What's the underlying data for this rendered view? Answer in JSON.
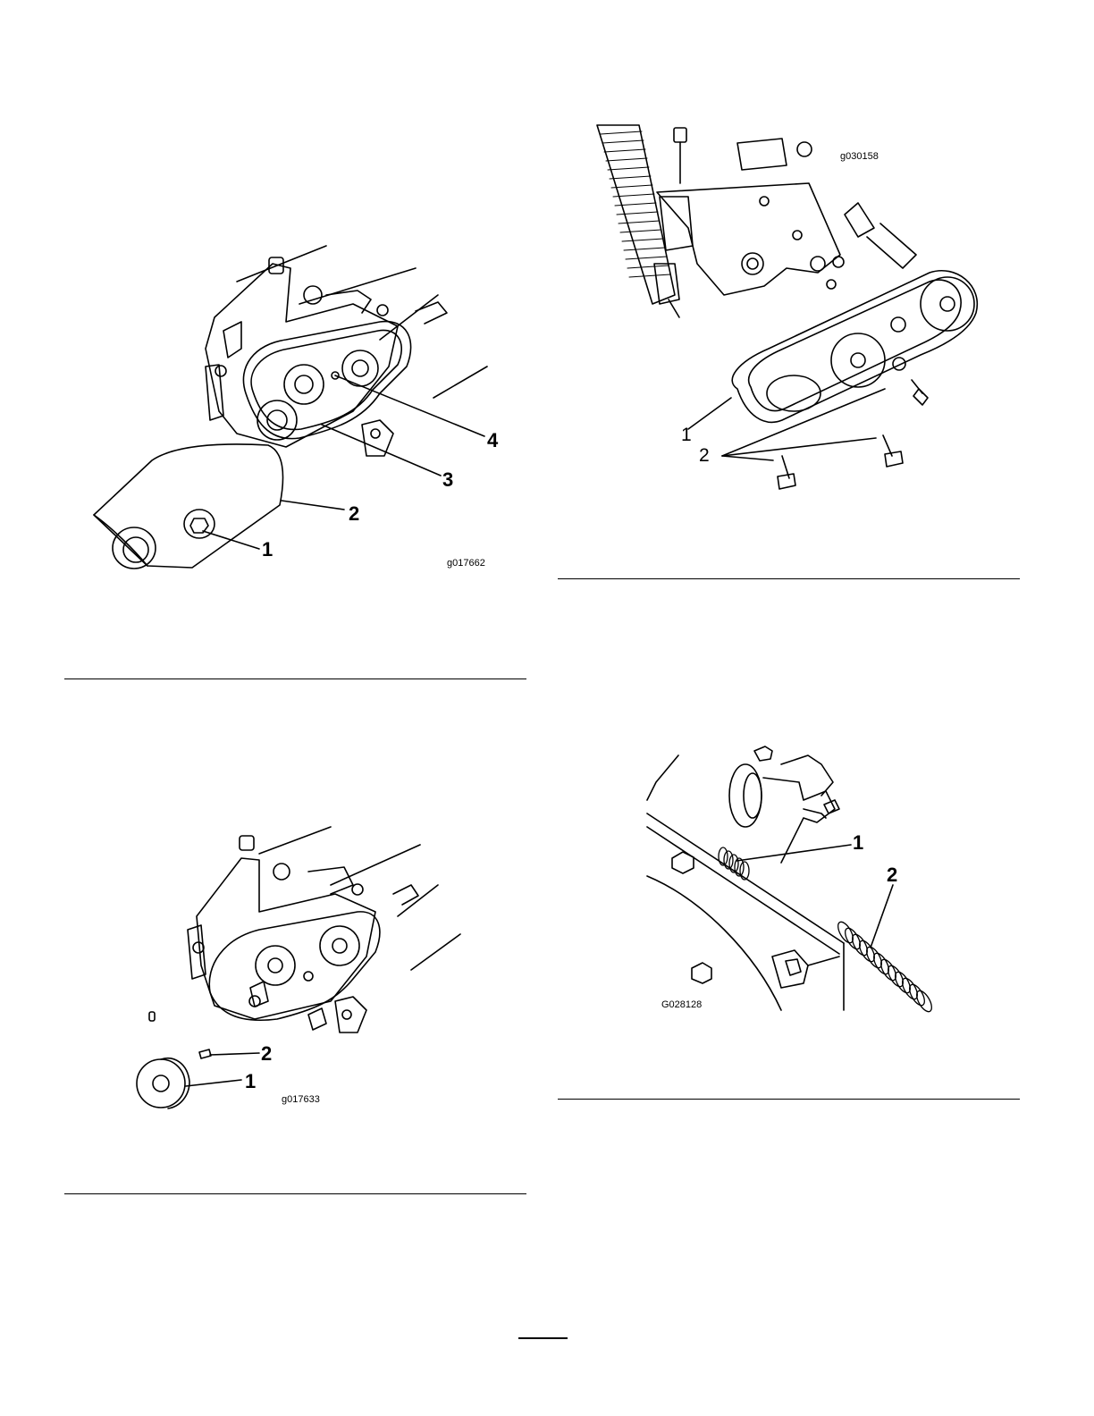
{
  "figures": [
    {
      "code": "g017662",
      "callouts": [
        "1",
        "2",
        "3",
        "4"
      ]
    },
    {
      "code": "g030158",
      "callouts": [
        "1",
        "2"
      ]
    },
    {
      "code": "g017633",
      "callouts": [
        "1",
        "2"
      ]
    },
    {
      "code": "G028128",
      "callouts": [
        "1",
        "2"
      ]
    }
  ]
}
